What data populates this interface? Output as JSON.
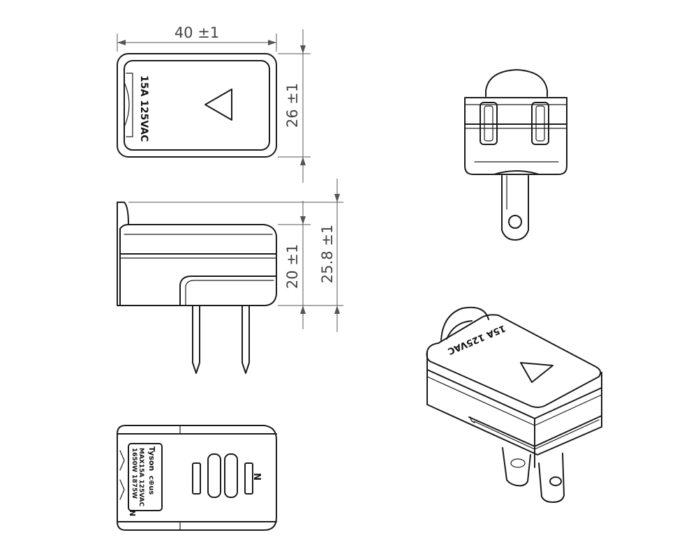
{
  "dimensions": {
    "width": "40 ±1",
    "height": "26 ±1",
    "body_height": "20 ±1",
    "total_height": "25.8 ±1"
  },
  "labels": {
    "rating_top": "15A 125VAC",
    "rating_iso": "15A 125VAC",
    "neutral_mark": "N",
    "brand": "Tyson",
    "cert": "c⊕us",
    "label_line_1": "MAX15A 125VAC",
    "label_line_2": "1650W 1875W",
    "neutral_mark_label": "N"
  },
  "colors": {
    "line": "#1a1a1a",
    "dimension": "#555555",
    "background": "#ffffff"
  },
  "icons": {
    "triangle": "triangle-icon",
    "certification": "cert-logo"
  }
}
